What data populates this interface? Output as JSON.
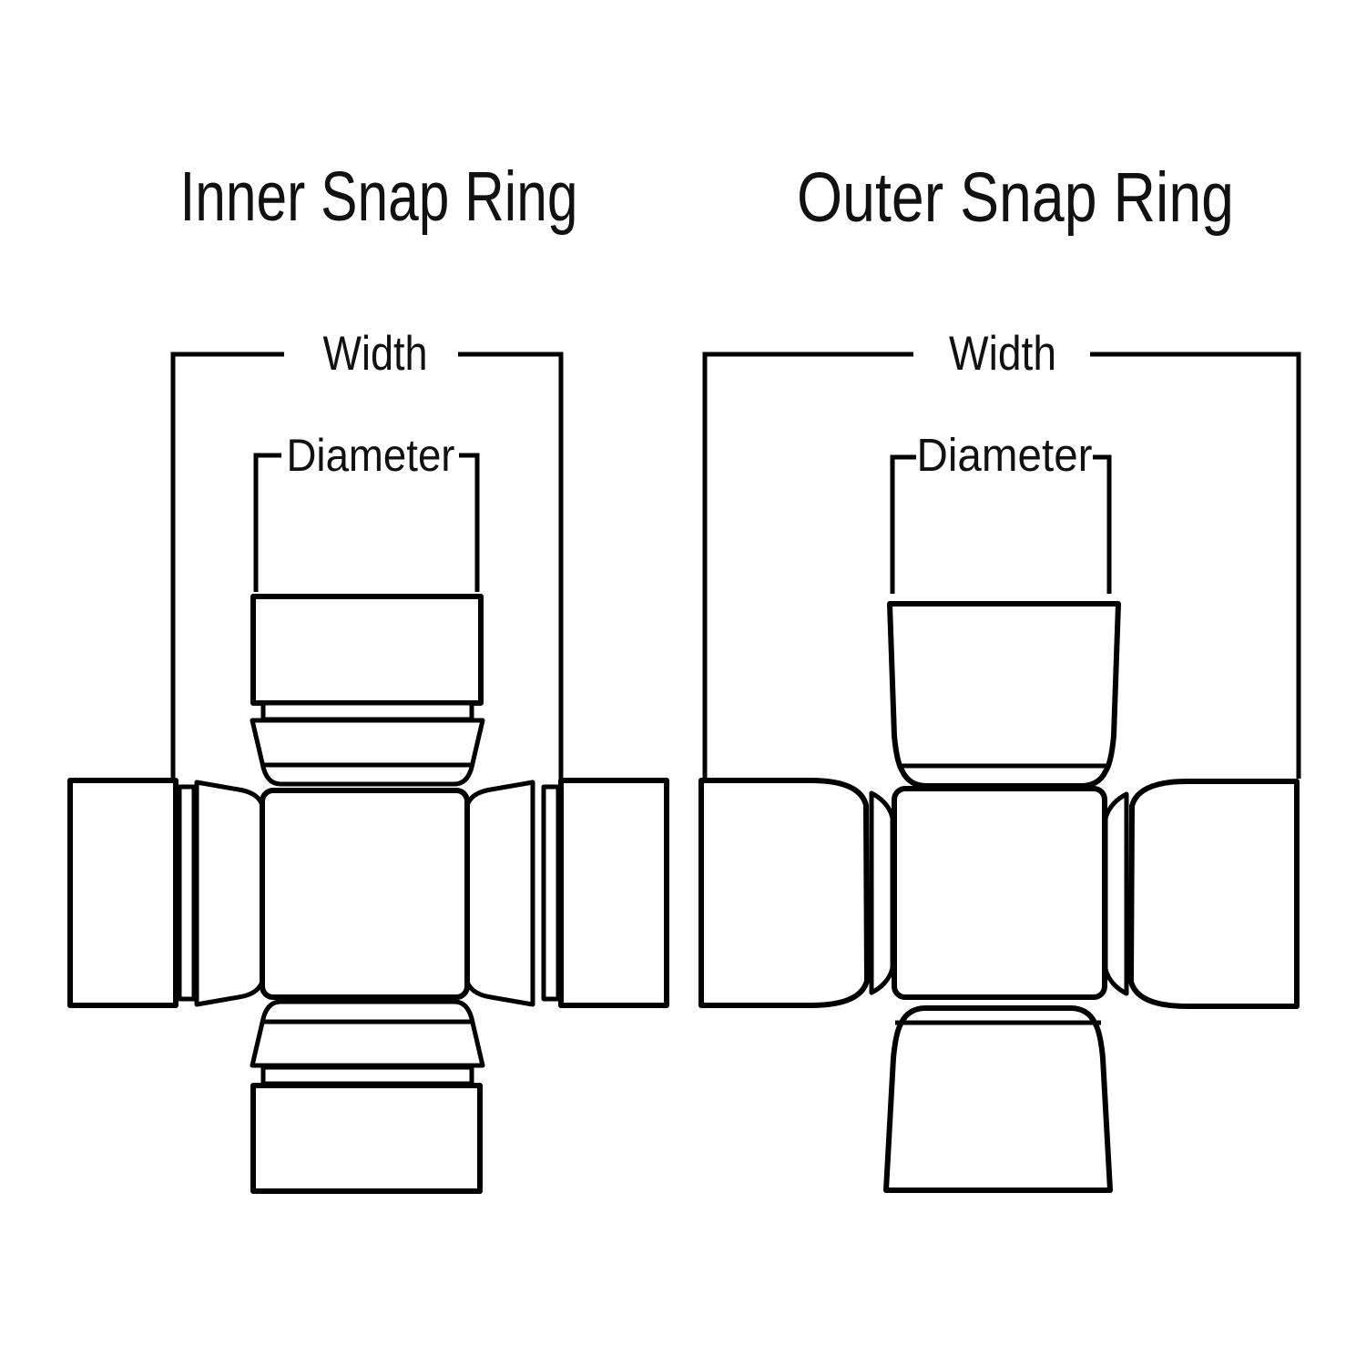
{
  "colors": {
    "background": "#ffffff",
    "line": "#000000",
    "text": "#111111"
  },
  "diagrams": [
    {
      "id": "inner-snap-ring",
      "title": "Inner Snap Ring",
      "width_label": "Width",
      "diameter_label": "Diameter"
    },
    {
      "id": "outer-snap-ring",
      "title": "Outer Snap Ring",
      "width_label": "Width",
      "diameter_label": "Diameter"
    }
  ]
}
